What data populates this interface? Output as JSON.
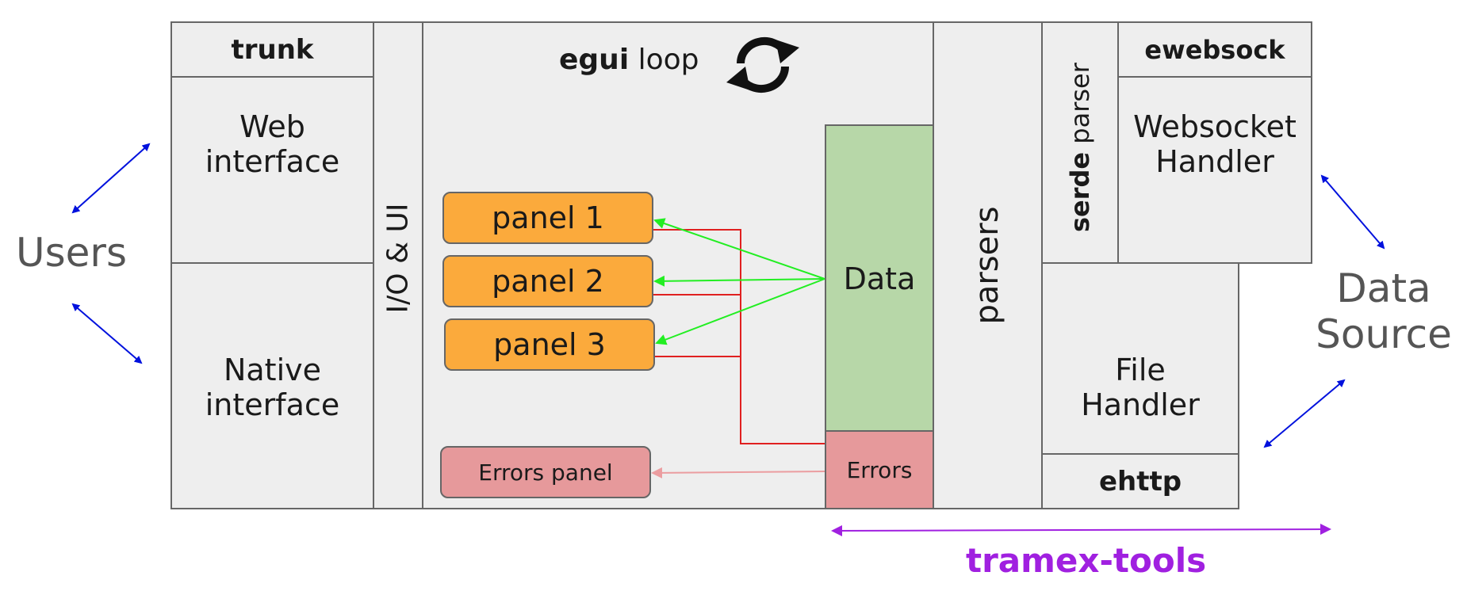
{
  "users": {
    "label": "Users"
  },
  "data_source": {
    "label": "Data\nSource"
  },
  "trunk": {
    "title": "trunk",
    "web": "Web\ninterface",
    "native": "Native\ninterface"
  },
  "io_ui": {
    "label": "I/O & UI"
  },
  "egui": {
    "bold": "egui",
    "rest": " loop",
    "loop_icon": "refresh-icon"
  },
  "panels": [
    "panel 1",
    "panel 2",
    "panel 3"
  ],
  "errors_panel": {
    "label": "Errors panel"
  },
  "data": {
    "label": "Data"
  },
  "errors": {
    "label": "Errors"
  },
  "parsers": {
    "label": "parsers"
  },
  "serde": {
    "bold": "serde",
    "rest": " parser"
  },
  "ewebsock": {
    "title": "ewebsock",
    "handler": "Websocket\nHandler"
  },
  "file": {
    "handler": "File\nHandler"
  },
  "ehttp": {
    "title": "ehttp"
  },
  "tramex_tools": {
    "label": "tramex-tools"
  },
  "colors": {
    "box_fill": "#eeeeee",
    "panel_fill": "#fbaa3c",
    "data_fill": "#b7d7a8",
    "errors_fill": "#e6999b",
    "arrow_blue": "#0011dd",
    "arrow_green": "#22ee22",
    "arrow_red": "#e02020",
    "tramex_purple": "#a020e0"
  }
}
